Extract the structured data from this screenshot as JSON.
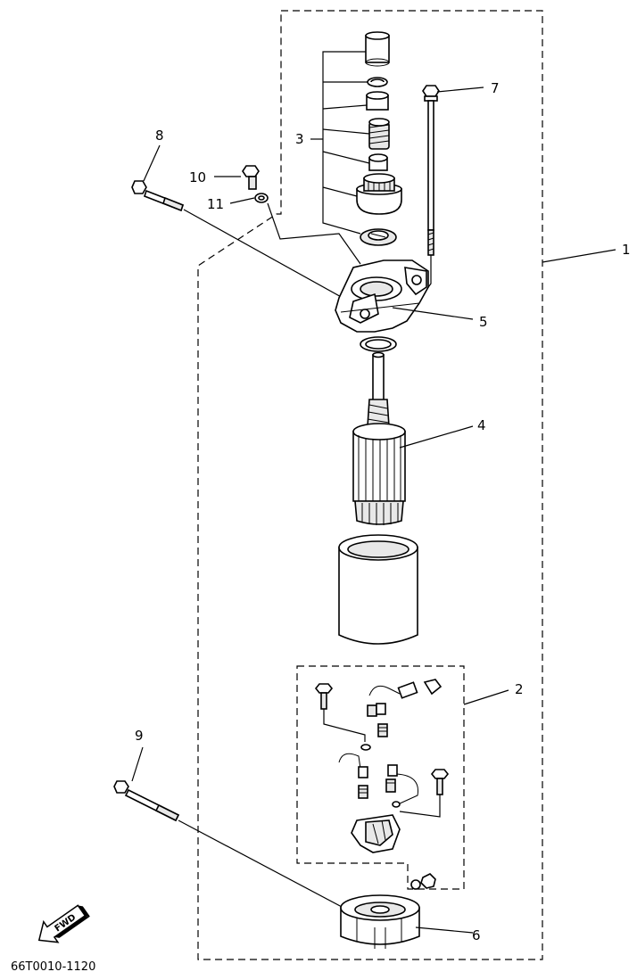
{
  "figure_code": "66T0010-1120",
  "fwd_label": "FWD",
  "callouts": {
    "c1": "1",
    "c2": "2",
    "c3": "3",
    "c4": "4",
    "c5": "5",
    "c6": "6",
    "c7": "7",
    "c8": "8",
    "c9": "9",
    "c10": "10",
    "c11": "11"
  }
}
